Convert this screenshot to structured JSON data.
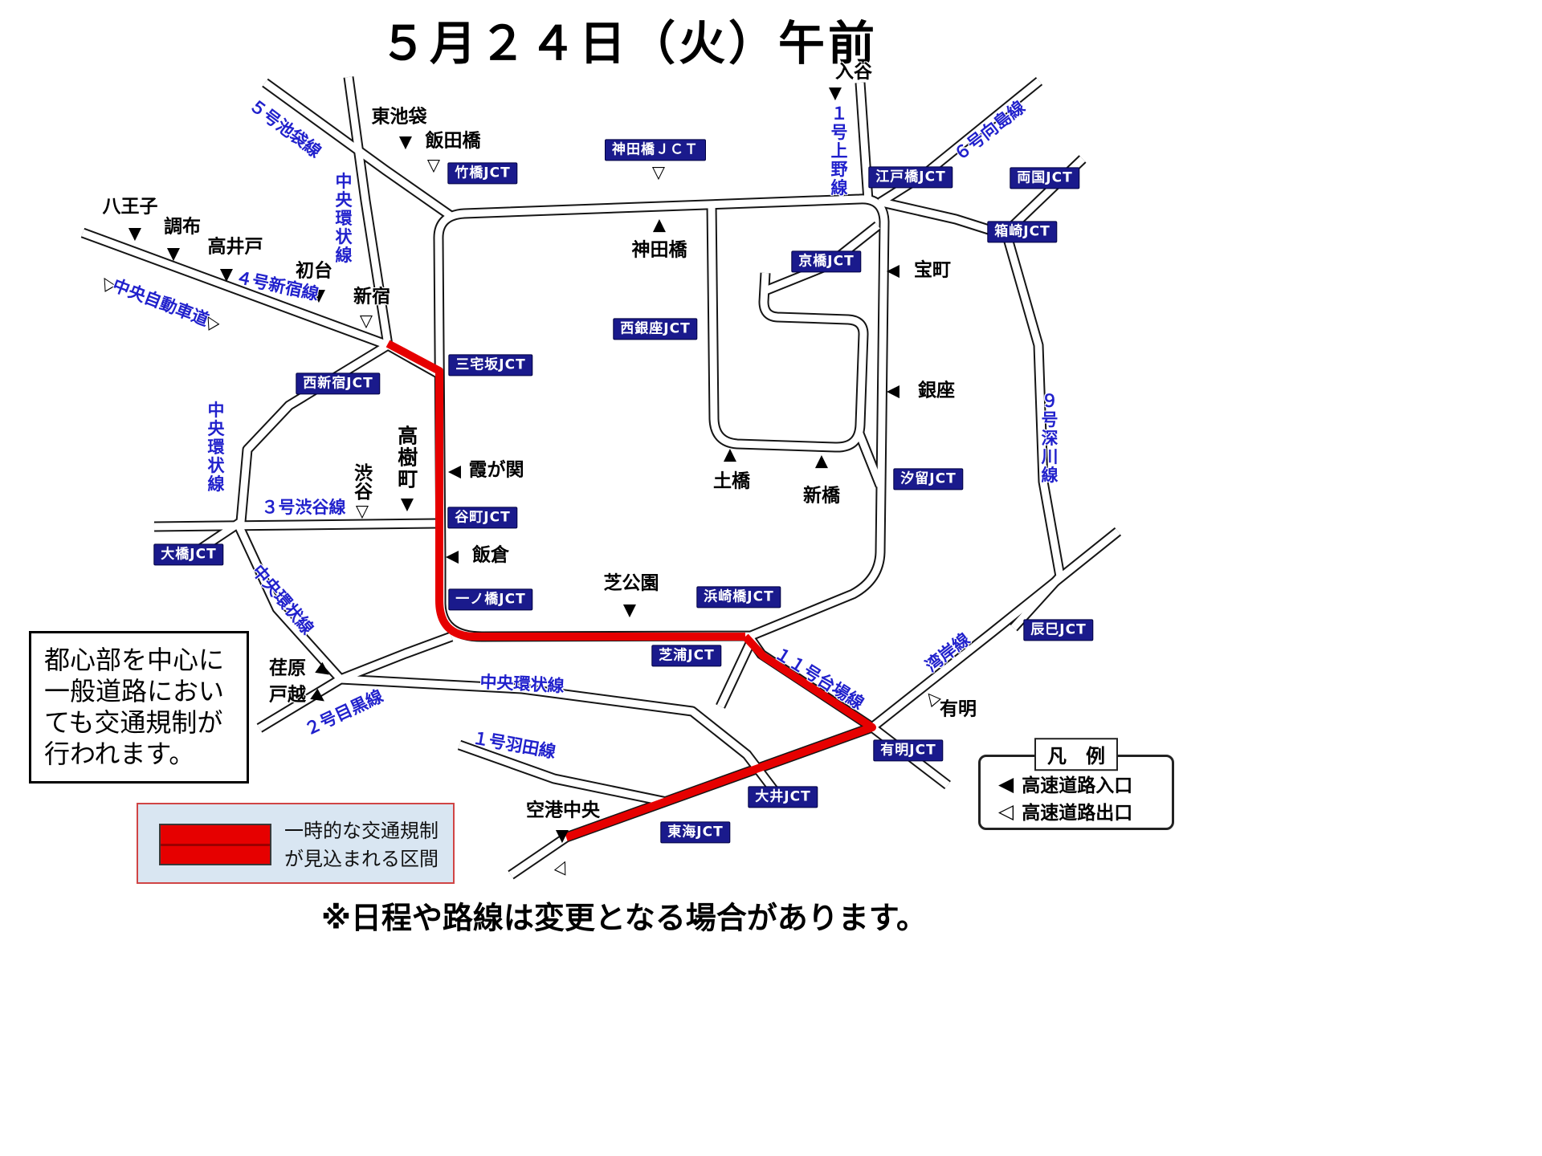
{
  "title": "５月２４日（火）午前",
  "footer_note": "※日程や路線は変更となる場合があります。",
  "info_box": {
    "text": "都心部を中心に一般道路においても交通規制が行われます。"
  },
  "restriction_box": {
    "label": "一時的な交通規制が見込まれる区間"
  },
  "legend_box": {
    "title": "凡　例",
    "entrance_label": "高速道路入口",
    "exit_label": "高速道路出口"
  },
  "colors": {
    "restricted_red": "#e60000",
    "jct_box_bg": "#1a1a8c",
    "route_text_blue": "#2121cc"
  },
  "icons": {
    "filled_up": "▲",
    "filled_down": "▼",
    "filled_left": "◀",
    "filled_right": "▶",
    "open_up": "△",
    "open_down": "▽",
    "open_left": "◁"
  },
  "junctions": [
    {
      "label": "竹橋JCT"
    },
    {
      "label": "神田橋ＪＣＴ"
    },
    {
      "label": "江戸橋JCT"
    },
    {
      "label": "両国JCT"
    },
    {
      "label": "箱崎JCT"
    },
    {
      "label": "京橋JCT"
    },
    {
      "label": "西銀座JCT"
    },
    {
      "label": "三宅坂JCT"
    },
    {
      "label": "西新宿JCT"
    },
    {
      "label": "汐留JCT"
    },
    {
      "label": "谷町JCT"
    },
    {
      "label": "大橋JCT"
    },
    {
      "label": "一ノ橋JCT"
    },
    {
      "label": "浜崎橋JCT"
    },
    {
      "label": "芝浦JCT"
    },
    {
      "label": "辰巳JCT"
    },
    {
      "label": "有明JCT"
    },
    {
      "label": "大井JCT"
    },
    {
      "label": "東海JCT"
    }
  ],
  "places": [
    {
      "label": "入谷"
    },
    {
      "label": "東池袋"
    },
    {
      "label": "飯田橋"
    },
    {
      "label": "八王子"
    },
    {
      "label": "調布"
    },
    {
      "label": "高井戸"
    },
    {
      "label": "初台"
    },
    {
      "label": "新宿"
    },
    {
      "label": "神田橋"
    },
    {
      "label": "宝町"
    },
    {
      "label": "銀座"
    },
    {
      "label": "土橋"
    },
    {
      "label": "新橋"
    },
    {
      "label": "霞が関"
    },
    {
      "label": "渋谷"
    },
    {
      "label": "高樹町"
    },
    {
      "label": "飯倉"
    },
    {
      "label": "芝公園"
    },
    {
      "label": "荏原"
    },
    {
      "label": "戸越"
    },
    {
      "label": "空港中央"
    },
    {
      "label": "有明"
    }
  ],
  "routes": [
    {
      "label": "５号池袋線"
    },
    {
      "label": "中央環状線"
    },
    {
      "label": "４号新宿線"
    },
    {
      "label": "中央自動車道"
    },
    {
      "label": "１号上野線"
    },
    {
      "label": "６号向島線"
    },
    {
      "label": "９号深川線"
    },
    {
      "label": "中央環状線"
    },
    {
      "label": "３号渋谷線"
    },
    {
      "label": "中央環状線"
    },
    {
      "label": "２号目黒線"
    },
    {
      "label": "中央環状線"
    },
    {
      "label": "１号羽田線"
    },
    {
      "label": "１１号台場線"
    },
    {
      "label": "湾岸線"
    }
  ]
}
